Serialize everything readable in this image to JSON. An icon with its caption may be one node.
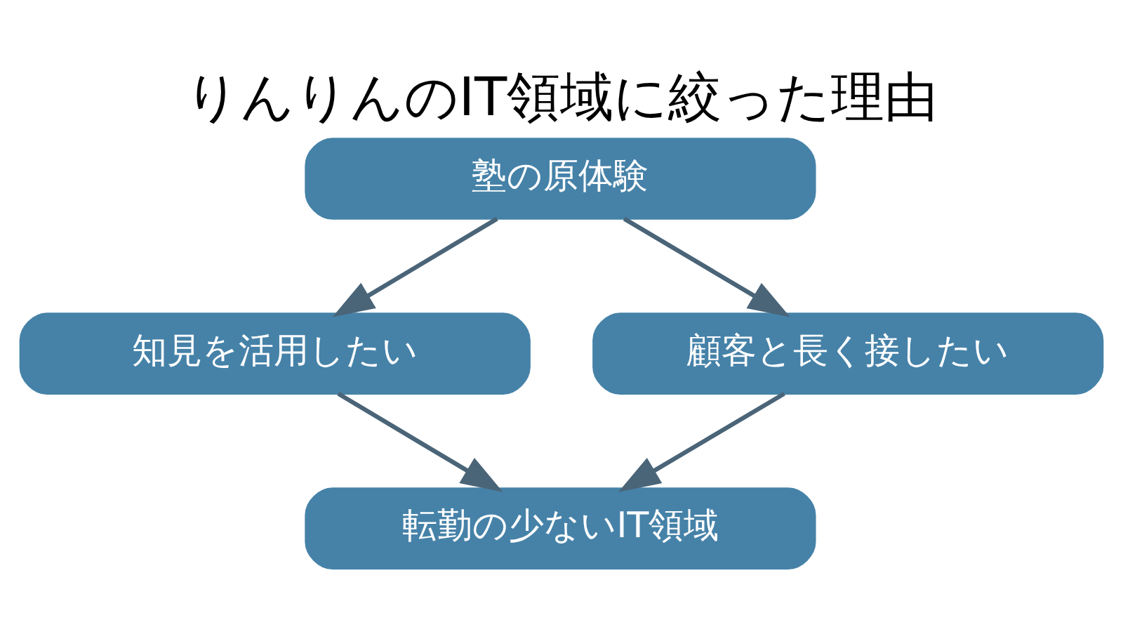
{
  "diagram": {
    "title": "りんりんのIT領域に絞った理由",
    "nodes": [
      {
        "text": [
          "塾の原体験"
        ]
      },
      {
        "text": [
          "知見を活用したい"
        ]
      },
      {
        "text": [
          "顧客と長く接したい"
        ]
      },
      {
        "text": [
          "転勤の少ないIT領域"
        ]
      }
    ],
    "edges": [
      {
        "from": 0,
        "to": 1,
        "arrow": "to"
      },
      {
        "from": 0,
        "to": 2,
        "arrow": "to"
      },
      {
        "from": 1,
        "to": 3,
        "arrow": "to"
      },
      {
        "from": 2,
        "to": 3,
        "arrow": "to"
      }
    ]
  }
}
